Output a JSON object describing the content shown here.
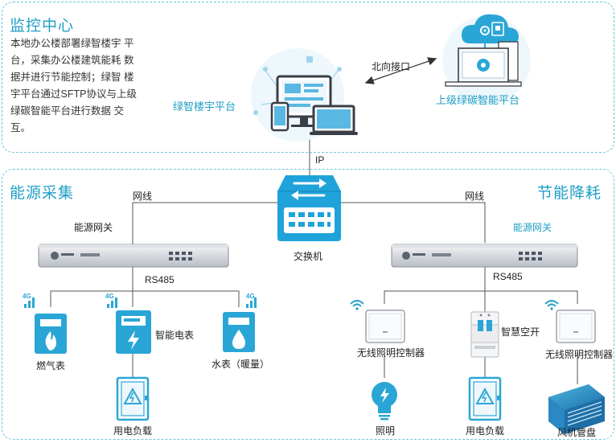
{
  "monitor": {
    "title": "监控中心",
    "description_lines": [
      "本地办公楼部署绿智楼宇 平",
      "台，采集办公楼建筑能耗 数",
      "据并进行节能控制；绿智 楼",
      "宇平台通过SFTP协议与上级",
      "绿碳智能平台进行数据 交",
      "互。"
    ],
    "green_platform": "绿智楼宇平台",
    "north_interface": "北向接口",
    "upper_platform": "上级绿碳智能平台"
  },
  "energy_collection": {
    "title": "能源采集",
    "network_cable": "网线",
    "gateway": "能源网关",
    "bus": "RS485",
    "signal_badge": "4G",
    "gas_meter": "燃气表",
    "smart_meter": "智能电表",
    "water_meter": "水表（暖量）",
    "load": "用电负载"
  },
  "center": {
    "ip": "IP",
    "switch": "交换机"
  },
  "energy_saving": {
    "title": "节能降耗",
    "network_cable": "网线",
    "gateway": "能源网关",
    "bus": "RS485",
    "lighting_controller_left": "无线照明控制器",
    "smart_breaker": "智慧空开",
    "lighting_controller_right": "无线照明控制器",
    "lighting": "照明",
    "load": "用电负载",
    "fan_coil": "风机管盘"
  },
  "colors": {
    "accent": "#1f9ec6",
    "icon_blue": "#2aa6d6",
    "line": "#555555",
    "panel_border": "#6bc4d8"
  }
}
